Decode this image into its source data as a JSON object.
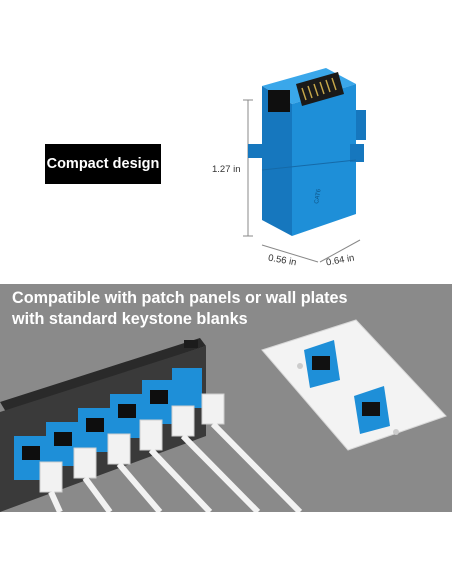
{
  "badge": {
    "label": "Compact design"
  },
  "dimensions": {
    "height": "1.27 in",
    "width_a": "0.56 in",
    "width_b": "0.64 in"
  },
  "banner": {
    "line1": "Compatible with patch panels or wall plates",
    "line2": "with standard keystone blanks"
  },
  "colors": {
    "product_blue": "#1e8fd8",
    "banner_gray": "#8a8a8a",
    "badge_black": "#000000"
  }
}
